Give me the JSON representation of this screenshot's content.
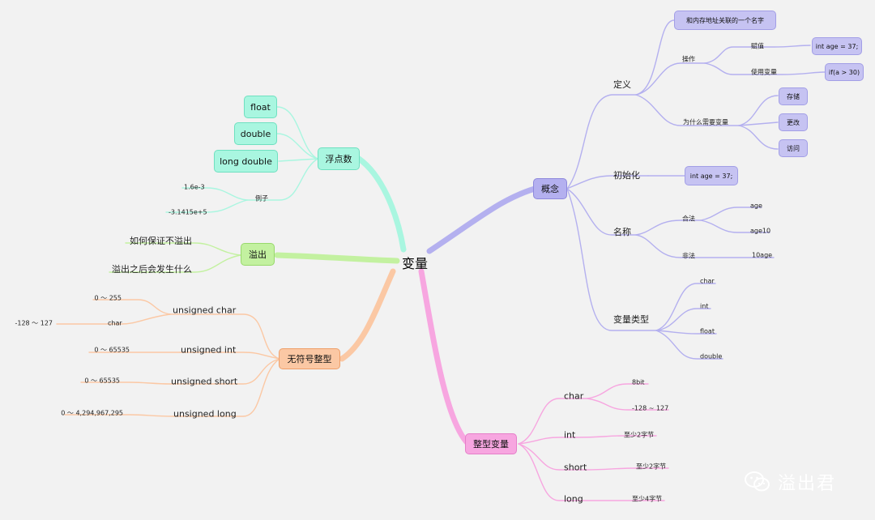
{
  "colors": {
    "concept": "#b4b0ef",
    "integer": "#f7a6e0",
    "unsigned": "#fbc8a4",
    "overflow": "#c3f1a0",
    "float": "#a9f6e0"
  },
  "center": "变量",
  "concept": {
    "title": "概念",
    "definition": {
      "title": "定义",
      "meaning": "和内存地址关联的一个名字",
      "operation": {
        "title": "操作",
        "assign": {
          "label": "赋值",
          "example": "int age = 37;"
        },
        "use": {
          "label": "使用变量",
          "example": "if(a > 30)"
        }
      },
      "why": {
        "title": "为什么需要变量",
        "items": [
          "存储",
          "更改",
          "访问"
        ]
      }
    },
    "init": {
      "title": "初始化",
      "example": "int age = 37;"
    },
    "naming": {
      "title": "名称",
      "legal": {
        "label": "合法",
        "items": [
          "age",
          "age10"
        ]
      },
      "illegal": {
        "label": "非法",
        "items": [
          "10age"
        ]
      }
    },
    "types": {
      "title": "变量类型",
      "items": [
        "char",
        "int",
        "float",
        "double"
      ]
    }
  },
  "integer": {
    "title": "整型变量",
    "char": {
      "label": "char",
      "items": [
        "8bit",
        "-128 ~ 127"
      ]
    },
    "int": {
      "label": "int",
      "note": "至少2字节"
    },
    "short": {
      "label": "short",
      "note": "至少2字节"
    },
    "long": {
      "label": "long",
      "note": "至少4字节"
    }
  },
  "unsigned": {
    "title": "无符号整型",
    "uchar": {
      "label": "unsigned char",
      "range": "0 ～ 255"
    },
    "char": {
      "label": "char",
      "range": "-128 ～ 127"
    },
    "uint": {
      "label": "unsigned int",
      "range": "0 ～ 65535"
    },
    "ushort": {
      "label": "unsigned short",
      "range": "0 ～ 65535"
    },
    "ulong": {
      "label": "unsigned long",
      "range": "0 ～ 4,294,967,295"
    }
  },
  "overflow": {
    "title": "溢出",
    "items": [
      "如何保证不溢出",
      "溢出之后会发生什么"
    ]
  },
  "float": {
    "title": "浮点数",
    "types": [
      "float",
      "double",
      "long double"
    ],
    "examples": {
      "label": "例子",
      "items": [
        "1.6e-3",
        "-3.1415e+5"
      ]
    }
  },
  "watermark": {
    "icon": "wechat-icon",
    "text": "溢出君"
  }
}
